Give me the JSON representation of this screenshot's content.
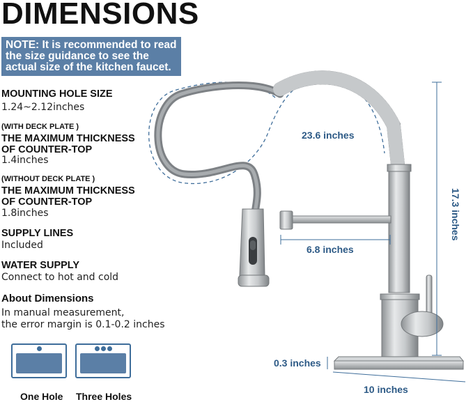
{
  "title": "DIMENSIONS",
  "note": "NOTE: It is recommended to read the size guidance to see the actual size of the kitchen faucet.",
  "specs": {
    "mounting_hole_title": "MOUNTING HOLE SIZE",
    "mounting_hole_value": "1.24~2.12inches",
    "with_plate_label": "(WITH DECK PLATE )",
    "with_plate_title_1": "THE MAXIMUM THICKNESS",
    "with_plate_title_2": "OF COUNTER-TOP",
    "with_plate_value": "1.4inches",
    "without_plate_label": "(WITHOUT DECK PLATE )",
    "without_plate_title_1": "THE MAXIMUM THICKNESS",
    "without_plate_title_2": "OF COUNTER-TOP",
    "without_plate_value": "1.8inches",
    "supply_lines_title": "SUPPLY LINES",
    "supply_lines_value": "Included",
    "water_supply_title": "WATER SUPPLY",
    "water_supply_value": "Connect to hot and cold",
    "about_title": "About Dimensions",
    "about_line_1": "In manual measurement,",
    "about_line_2": "the error margin is 0.1-0.2 inches"
  },
  "holes": {
    "one_label": "One Hole",
    "three_label": "Three Holes"
  },
  "dimensions": {
    "hose_length": "23.6  inches",
    "spout_reach": "6.8  inches",
    "height": "17.3  inches",
    "plate_thickness": "0.3  inches",
    "plate_width": "10  inches"
  },
  "colors": {
    "accent_blue": "#5b7fa6",
    "dimension_text": "#2d5a86",
    "faucet_steel": "#b9bcbf"
  }
}
